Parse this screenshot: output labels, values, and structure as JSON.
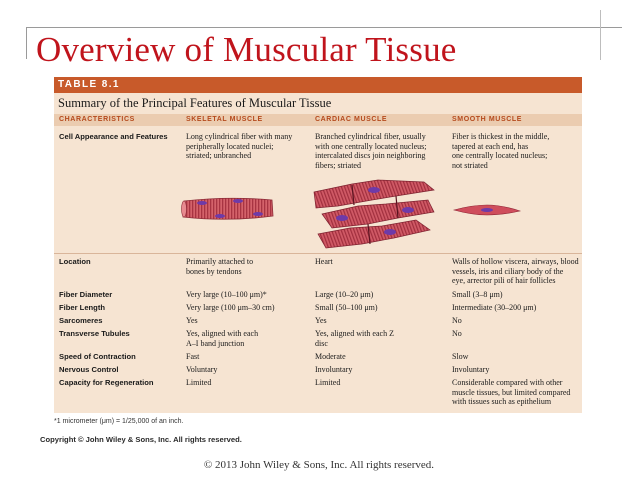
{
  "slide": {
    "title": "Overview of Muscular Tissue",
    "footer": "© 2013 John Wiley & Sons, Inc. All rights reserved.",
    "title_color": "#c0141c"
  },
  "table": {
    "label": "TABLE 8.1",
    "summary": "Summary of the Principal Features of Muscular Tissue",
    "accent_color": "#c85a2a",
    "panel_color": "#f6e4d2",
    "columns": [
      "CHARACTERISTICS",
      "SKELETAL MUSCLE",
      "CARDIAC MUSCLE",
      "SMOOTH MUSCLE"
    ],
    "rows": [
      {
        "label": "Cell Appearance and Features",
        "skeletal": [
          "Long cylindrical fiber with many",
          "peripherally located nuclei;",
          "striated; unbranched"
        ],
        "cardiac": [
          "Branched cylindrical fiber, usually",
          "with one centrally located nucleus;",
          "intercalated discs join neighboring",
          "fibers; striated"
        ],
        "smooth": [
          "Fiber is thickest in the middle,",
          "tapered at each end, has",
          "one centrally located nucleus;",
          "not striated"
        ]
      },
      {
        "label": "Location",
        "skeletal": [
          "Primarily attached to",
          "bones by tendons"
        ],
        "cardiac": [
          "Heart"
        ],
        "smooth": [
          "Walls of hollow viscera, airways, blood",
          "vessels, iris and ciliary body of the",
          "eye, arrector pili of hair follicles"
        ]
      },
      {
        "label": "Fiber Diameter",
        "skeletal": [
          "Very large (10–100 μm)*"
        ],
        "cardiac": [
          "Large (10–20 μm)"
        ],
        "smooth": [
          "Small (3–8 μm)"
        ]
      },
      {
        "label": "Fiber Length",
        "skeletal": [
          "Very large (100 μm–30 cm)"
        ],
        "cardiac": [
          "Small (50–100 μm)"
        ],
        "smooth": [
          "Intermediate (30–200 μm)"
        ]
      },
      {
        "label": "Sarcomeres",
        "skeletal": [
          "Yes"
        ],
        "cardiac": [
          "Yes"
        ],
        "smooth": [
          "No"
        ]
      },
      {
        "label": "Transverse Tubules",
        "skeletal": [
          "Yes, aligned with each",
          "A–I band junction"
        ],
        "cardiac": [
          "Yes, aligned with each Z",
          "disc"
        ],
        "smooth": [
          "No"
        ]
      },
      {
        "label": "Speed of Contraction",
        "skeletal": [
          "Fast"
        ],
        "cardiac": [
          "Moderate"
        ],
        "smooth": [
          "Slow"
        ]
      },
      {
        "label": "Nervous Control",
        "skeletal": [
          "Voluntary"
        ],
        "cardiac": [
          "Involuntary"
        ],
        "smooth": [
          "Involuntary"
        ]
      },
      {
        "label": "Capacity for Regeneration",
        "skeletal": [
          "Limited"
        ],
        "cardiac": [
          "Limited"
        ],
        "smooth": [
          "Considerable compared with other",
          "muscle tissues, but limited compared",
          "with tissues such as epithelium"
        ]
      }
    ],
    "footnote": "*1 micrometer (μm) = 1/25,000 of an inch.",
    "copyright": "Copyright © John Wiley & Sons, Inc. All rights reserved.",
    "illustrations": {
      "skeletal": "skeletal-muscle-fiber-illustration",
      "cardiac": "cardiac-muscle-fibers-illustration",
      "smooth": "smooth-muscle-fiber-illustration",
      "fiber_color": "#c8505a"
    }
  }
}
